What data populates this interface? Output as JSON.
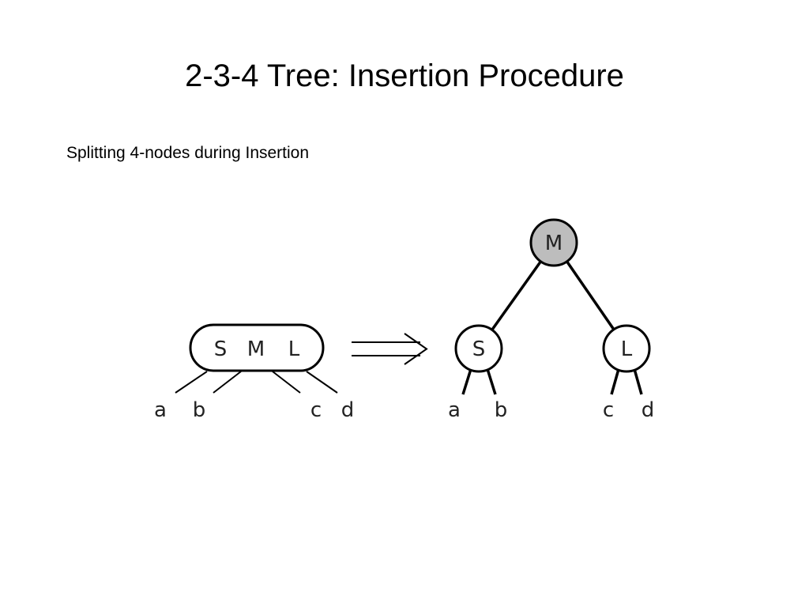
{
  "slide": {
    "title": "2-3-4 Tree: Insertion Procedure",
    "subtitle": "Splitting 4-nodes during Insertion"
  },
  "before": {
    "node_keys": [
      "S",
      "M",
      "L"
    ],
    "leaves": [
      "a",
      "b",
      "c",
      "d"
    ]
  },
  "after": {
    "root": "M",
    "left_child": "S",
    "right_child": "L",
    "left_leaves": [
      "a",
      "b"
    ],
    "right_leaves": [
      "c",
      "d"
    ]
  },
  "colors": {
    "root_fill": "#bdbdbd",
    "node_fill": "#ffffff",
    "stroke": "#000000"
  }
}
